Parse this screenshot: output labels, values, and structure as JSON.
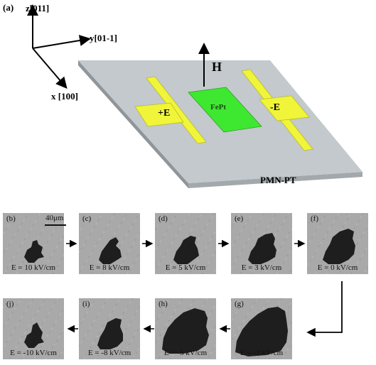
{
  "figure": {
    "part_a_label": "(a)",
    "axes": {
      "z": "z[011]",
      "y": "y[01-1]",
      "x": "x [100]"
    },
    "device": {
      "field_label": "H",
      "center_label": "FePt",
      "left_electrode": "+E",
      "right_electrode": "-E",
      "substrate_label": "PMN-PT"
    },
    "scale_bar": "40μm",
    "panels": [
      {
        "label": "(b)",
        "field": "E = 10 kV/cm"
      },
      {
        "label": "(c)",
        "field": "E = 8 kV/cm"
      },
      {
        "label": "(d)",
        "field": "E = 5 kV/cm"
      },
      {
        "label": "(e)",
        "field": "E = 3 kV/cm"
      },
      {
        "label": "(f)",
        "field": "E = 0 kV/cm"
      },
      {
        "label": "(j)",
        "field": "E = -10 kV/cm"
      },
      {
        "label": "(i)",
        "field": "E = -8 kV/cm"
      },
      {
        "label": "(h)",
        "field": "E = -5 kV/cm"
      },
      {
        "label": "(g)",
        "field": "E = -3 kV/cm"
      }
    ],
    "colors": {
      "substrate": "#c3c9cc",
      "electrode": "#f1f53a",
      "fept": "#3fe830",
      "panel_bg": "#a9a9a9",
      "domain": "#1e1e1e"
    }
  }
}
